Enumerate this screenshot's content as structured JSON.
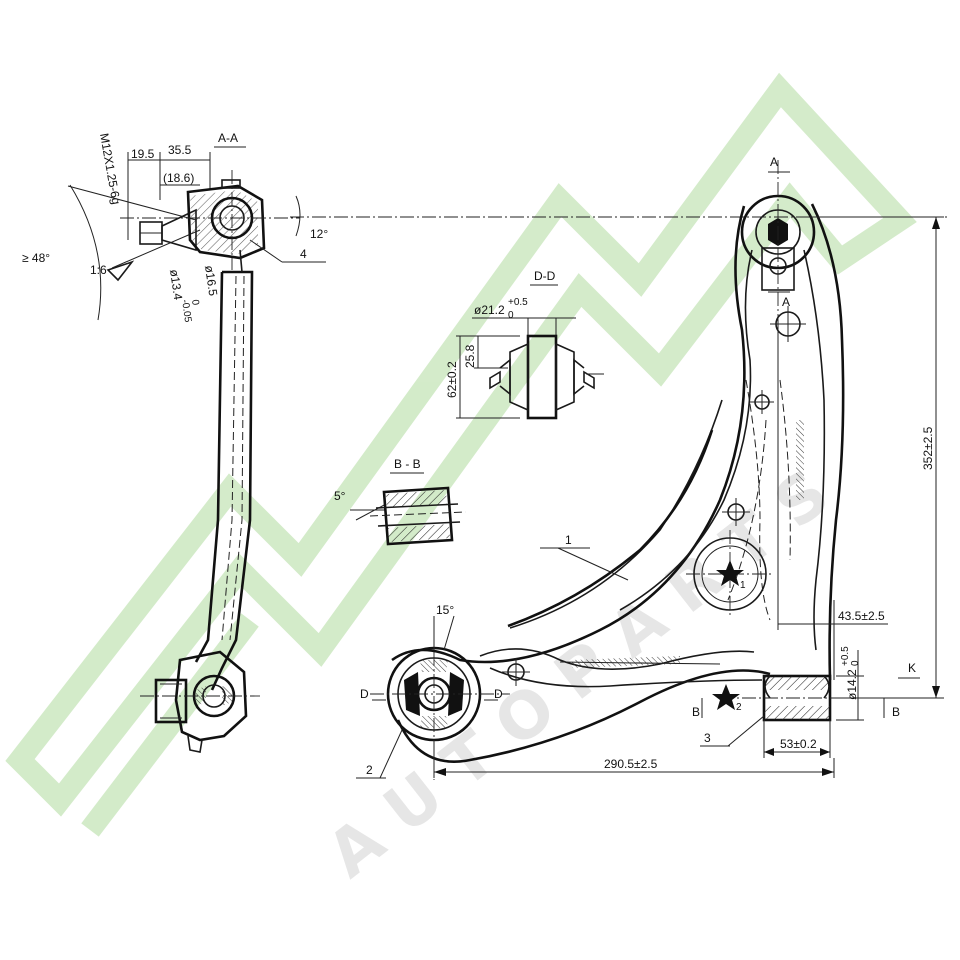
{
  "watermark": {
    "text": "A U T O  P A R T S",
    "color": "#cfe9c4"
  },
  "sections": {
    "aa": "A-A",
    "bb": "B - B",
    "dd": "D-D"
  },
  "section_marks": {
    "a_top": "A",
    "a_mid": "A",
    "b_left": "B",
    "b_right": "B",
    "d_left": "D",
    "d_right": "D",
    "k": "K"
  },
  "balljoint": {
    "thread": "M12X1.25-6g",
    "dim_19_5": "19.5",
    "dim_35_5": "35.5",
    "dim_18_6": "(18.6)",
    "angle_48": "≥ 48°",
    "taper": "1:6",
    "dia_16_5": "ø16.5",
    "dia_13_4": "ø13.4",
    "dia_13_4_tol_top": "0",
    "dia_13_4_tol_bot": "-0.05",
    "angle_12": "12°"
  },
  "bushing_dd": {
    "dia": "ø21.2",
    "dia_tol_top": "+0.5",
    "dia_tol_bot": "0",
    "width": "25.8",
    "length": "62±0.2"
  },
  "bushing_bb": {
    "angle": "5°"
  },
  "arm": {
    "height": "352±2.5",
    "offset": "43.5±2.5",
    "bore": "ø14.2",
    "bore_tol_top": "+0.5",
    "bore_tol_bot": "0",
    "bush_len": "53±0.2",
    "length": "290.5±2.5",
    "angle_15": "15°"
  },
  "callouts": {
    "c1": "1",
    "c2": "2",
    "c3": "3",
    "c4": "4"
  },
  "star_labels": {
    "s1": "1",
    "s2": "2"
  }
}
